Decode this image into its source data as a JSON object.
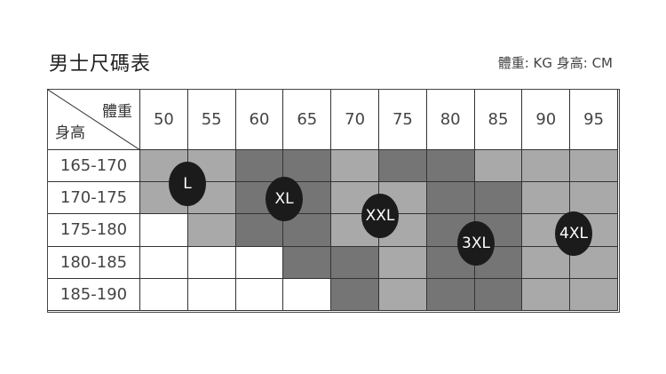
{
  "title": "男士尺碼表",
  "units": "體重: KG 身高: CM",
  "corner": {
    "weight_label": "體重",
    "height_label": "身高"
  },
  "weights": [
    "50",
    "55",
    "60",
    "65",
    "70",
    "75",
    "80",
    "85",
    "90",
    "95"
  ],
  "heights": [
    "165-170",
    "170-175",
    "175-180",
    "180-185",
    "185-190"
  ],
  "shades": [
    [
      "light",
      "light",
      "dark",
      "dark",
      "light",
      "dark",
      "dark",
      "light",
      "light",
      "light"
    ],
    [
      "light",
      "light",
      "dark",
      "dark",
      "light",
      "light",
      "dark",
      "dark",
      "light",
      "light"
    ],
    [
      "white",
      "light",
      "dark",
      "dark",
      "light",
      "light",
      "dark",
      "dark",
      "light",
      "light"
    ],
    [
      "white",
      "white",
      "white",
      "dark",
      "dark",
      "light",
      "dark",
      "dark",
      "light",
      "light"
    ],
    [
      "white",
      "white",
      "white",
      "white",
      "dark",
      "light",
      "dark",
      "dark",
      "light",
      "light"
    ]
  ],
  "sizes": [
    "L",
    "XL",
    "XXL",
    "3XL",
    "4XL"
  ],
  "colors": {
    "light": "#a9a9a9",
    "dark": "#757575",
    "badge": "#1b1b1b"
  }
}
